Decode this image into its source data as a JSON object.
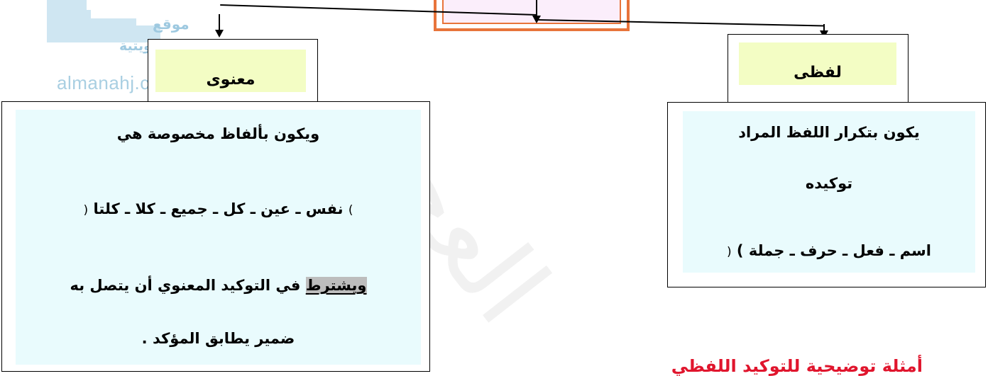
{
  "watermark": {
    "arabic_line1": "موقع",
    "arabic_line2": "المناهج الكويتية",
    "latin": "almanahj.com",
    "diagonal": "العجمي"
  },
  "left_branch": {
    "title": "معنوى",
    "lines": [
      "ويكون بألفاظ مخصوصة هي",
      "نفس ـ عين ـ كل ـ جميع ـ كلا ـ كلتا",
      "في التوكيد المعنوي أن يتصل به",
      "ضمير يطابق المؤكد ."
    ],
    "highlight_word": "ويشترط",
    "open_paren": "(",
    "close_paren": ")"
  },
  "right_branch": {
    "title": "لفظى",
    "lines": [
      "يكون بتكرار اللفظ المراد",
      "توكيده",
      "اسم ـ فعل ـ حرف ـ جملة  )"
    ],
    "open_paren": "("
  },
  "bottom_text": "أمثلة توضيحية للتوكيد اللفظي"
}
